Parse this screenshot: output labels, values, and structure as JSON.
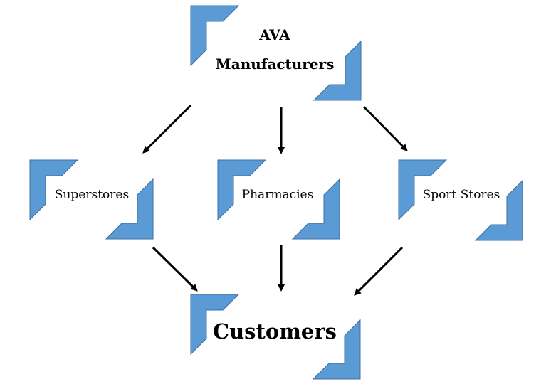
{
  "colors": {
    "bracket_fill": "#5b9bd5",
    "bracket_stroke": "#3f6f9f",
    "arrow": "#000000"
  },
  "nodes": {
    "manufacturer": {
      "line1": "AVA",
      "line2": "Manufacturers"
    },
    "superstores": {
      "label": "Superstores"
    },
    "pharmacies": {
      "label": "Pharmacies"
    },
    "sport_stores": {
      "label": "Sport Stores"
    },
    "customers": {
      "label": "Customers"
    }
  },
  "edges": [
    {
      "from": "manufacturer",
      "to": "superstores"
    },
    {
      "from": "manufacturer",
      "to": "pharmacies"
    },
    {
      "from": "manufacturer",
      "to": "sport_stores"
    },
    {
      "from": "superstores",
      "to": "customers"
    },
    {
      "from": "pharmacies",
      "to": "customers"
    },
    {
      "from": "sport_stores",
      "to": "customers"
    }
  ]
}
